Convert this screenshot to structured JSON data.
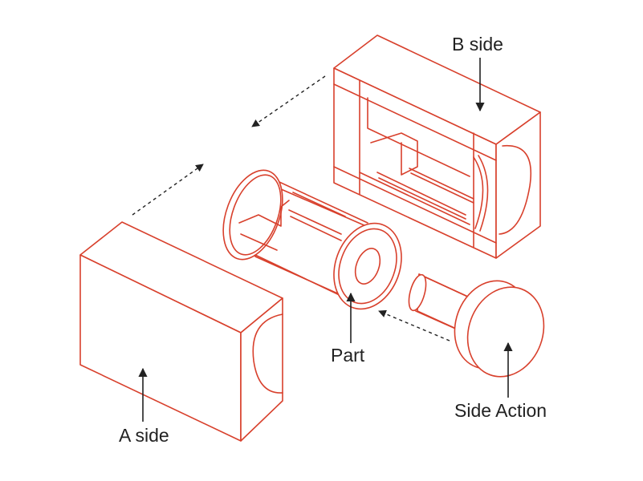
{
  "labels": {
    "b_side": "B side",
    "part": "Part",
    "side_action": "Side Action",
    "a_side": "A side"
  },
  "colors": {
    "line": "#d8402c",
    "text": "#222222"
  }
}
